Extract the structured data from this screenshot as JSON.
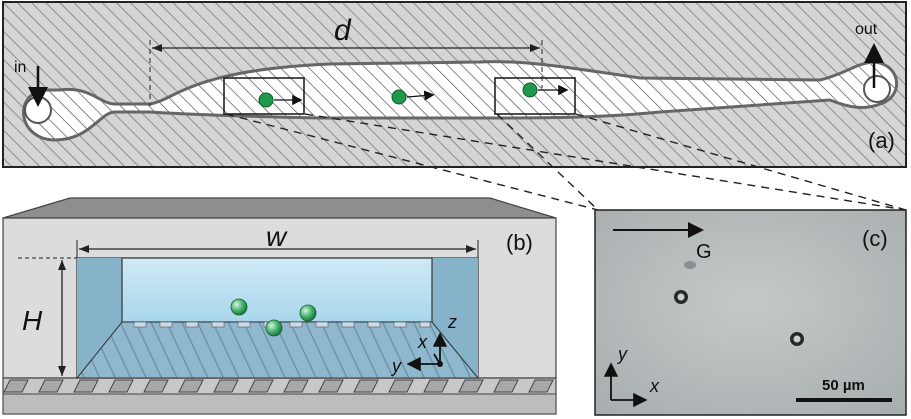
{
  "panel_a": {
    "label": "(a)",
    "distance_label": "d",
    "inlet_label": "in",
    "outlet_label": "out"
  },
  "panel_b": {
    "label": "(b)",
    "width_label": "w",
    "height_label": "H",
    "axis_x": "x",
    "axis_y": "y",
    "axis_z": "z"
  },
  "panel_c": {
    "label": "(c)",
    "gradient_label": "G",
    "scale_label": "50 µm",
    "axis_x": "x",
    "axis_y": "y"
  },
  "colors": {
    "particle": "#1f9a4a",
    "channel_fill": "#bfe3f2",
    "frame_gray": "#d9d9d9",
    "micrograph_bg": "#b7bcbc"
  }
}
